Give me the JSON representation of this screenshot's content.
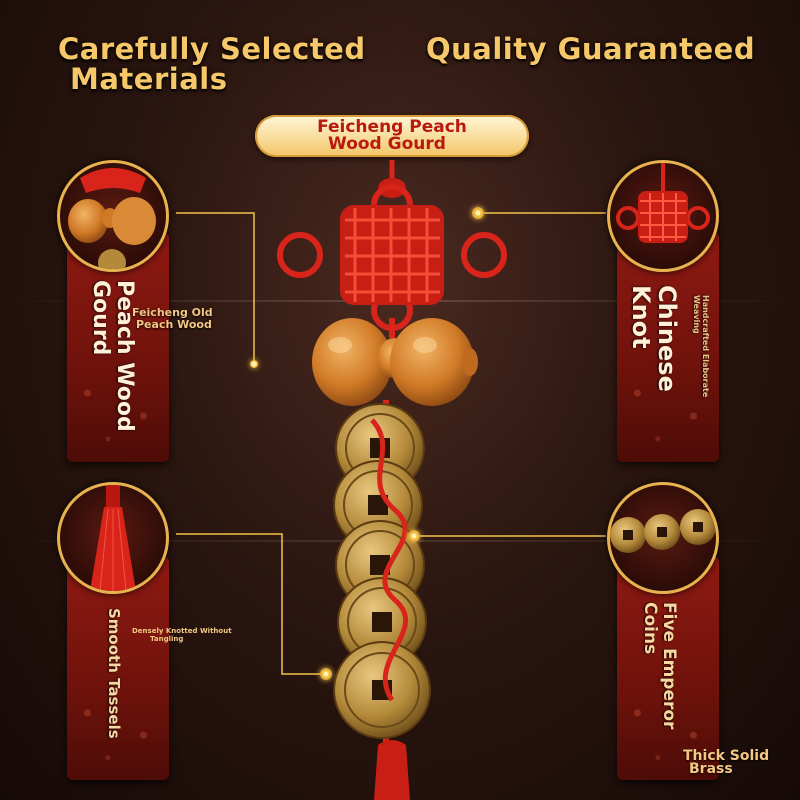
{
  "headline": {
    "left_line1": "Carefully Selected",
    "left_line2": "Materials",
    "right": "Quality Guaranteed"
  },
  "title_pill": {
    "line1": "Feicheng Peach",
    "line2": "Wood Gourd"
  },
  "cards": {
    "top_left": {
      "label": "Peach Wood Gourd",
      "note": [
        "Feicheng Old",
        "Peach Wood"
      ]
    },
    "top_right": {
      "label": "Chinese Knot",
      "note": "Handcrafted Elaborate Weaving"
    },
    "bottom_left": {
      "label": "Smooth Tassels",
      "note": [
        "Densely Knotted Without",
        "Tangling"
      ]
    },
    "bottom_right": {
      "label": "Five Emperor Coins",
      "note": [
        "Thick Solid",
        "Brass"
      ]
    }
  },
  "colors": {
    "accent_gold": "#f4c24a",
    "headline": "#f6c86a",
    "knot_red": "#d8241a",
    "card_red": "#8f1a12"
  }
}
